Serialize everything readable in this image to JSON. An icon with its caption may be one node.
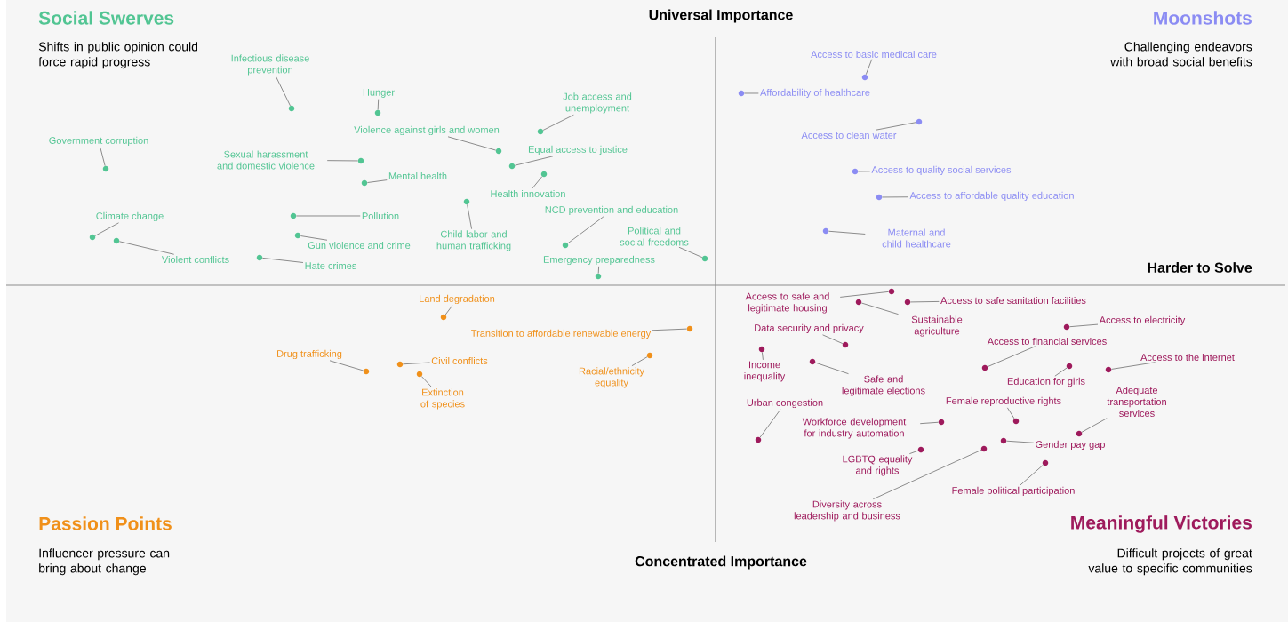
{
  "diagram": {
    "nodes": [
      {
        "text": [
          "Infectious disease prevention"
        ]
      },
      {
        "text": [],
        "shape": "circle"
      },
      {
        "text": [
          "Hunger"
        ]
      },
      {
        "text": [],
        "shape": "circle"
      },
      {
        "text": [
          "Violence against girls and women"
        ]
      },
      {
        "text": [],
        "shape": "circle"
      },
      {
        "text": [
          "Job access and unemployment"
        ]
      },
      {
        "text": [],
        "shape": "circle"
      },
      {
        "text": [
          "Government corruption"
        ]
      },
      {
        "text": [],
        "shape": "circle"
      },
      {
        "text": [
          "Sexual harassment and domestic violence"
        ]
      },
      {
        "text": [],
        "shape": "circle"
      },
      {
        "text": [
          "Equal access to justice"
        ]
      },
      {
        "text": [],
        "shape": "circle"
      },
      {
        "text": [
          "Mental health"
        ]
      },
      {
        "text": [],
        "shape": "circle"
      },
      {
        "text": [
          "Health innovation"
        ]
      },
      {
        "text": [],
        "shape": "circle"
      },
      {
        "text": [
          "Climate change"
        ]
      },
      {
        "text": [],
        "shape": "circle"
      },
      {
        "text": [
          "Pollution"
        ]
      },
      {
        "text": [],
        "shape": "circle"
      },
      {
        "text": [
          "Child labor and human trafficking"
        ]
      },
      {
        "text": [],
        "shape": "circle"
      },
      {
        "text": [
          "NCD prevention and education"
        ]
      },
      {
        "text": [],
        "shape": "circle"
      },
      {
        "text": [
          "Gun violence and crime"
        ]
      },
      {
        "text": [],
        "shape": "circle"
      },
      {
        "text": [
          "Violent conflicts"
        ]
      },
      {
        "text": [],
        "shape": "circle"
      },
      {
        "text": [
          "Political and social freedoms"
        ]
      },
      {
        "text": [],
        "shape": "circle"
      },
      {
        "text": [
          "Hate crimes"
        ]
      },
      {
        "text": [],
        "shape": "circle"
      },
      {
        "text": [
          "Emergency preparedness"
        ]
      },
      {
        "text": [],
        "shape": "circle"
      },
      {
        "text": [
          "Access to basic medical care"
        ]
      },
      {
        "text": [],
        "shape": "circle"
      },
      {
        "text": [
          "Affordability of healthcare"
        ]
      },
      {
        "text": [],
        "shape": "circle"
      },
      {
        "text": [
          "Access to clean water"
        ]
      },
      {
        "text": [],
        "shape": "circle"
      },
      {
        "text": [
          "Access to quality social services"
        ]
      },
      {
        "text": [],
        "shape": "circle"
      },
      {
        "text": [
          "Access to affordable quality education"
        ]
      },
      {
        "text": [],
        "shape": "circle"
      },
      {
        "text": [
          "Maternal and child healthcare"
        ]
      },
      {
        "text": [],
        "shape": "circle"
      },
      {
        "text": [
          "Land degradation"
        ]
      },
      {
        "text": [],
        "shape": "circle"
      },
      {
        "text": [
          "Transition to affordable renewable energy"
        ]
      },
      {
        "text": [],
        "shape": "circle"
      },
      {
        "text": [
          "Drug trafficking"
        ]
      },
      {
        "text": [],
        "shape": "circle"
      },
      {
        "text": [
          "Civil conflicts"
        ]
      },
      {
        "text": [],
        "shape": "circle"
      },
      {
        "text": [
          "Extinction of species"
        ]
      },
      {
        "text": [],
        "shape": "circle"
      },
      {
        "text": [
          "Racial/ethnicity equality"
        ]
      },
      {
        "text": [],
        "shape": "circle"
      },
      {
        "text": [
          "Access to safe and legitimate housing"
        ]
      },
      {
        "text": [],
        "shape": "circle"
      },
      {
        "text": [
          "Sustainable agriculture"
        ]
      },
      {
        "text": [],
        "shape": "circle"
      },
      {
        "text": [
          "Access to safe sanitation facilities"
        ]
      },
      {
        "text": [],
        "shape": "circle"
      },
      {
        "text": [
          "Data security and privacy"
        ]
      },
      {
        "text": [],
        "shape": "circle"
      },
      {
        "text": [
          "Access to electricity"
        ]
      },
      {
        "text": [],
        "shape": "circle"
      },
      {
        "text": [
          "Access to financial services"
        ]
      },
      {
        "text": [],
        "shape": "circle"
      },
      {
        "text": [
          "Income inequality"
        ]
      },
      {
        "text": [],
        "shape": "circle"
      },
      {
        "text": [
          "Safe and legitimate elections"
        ]
      },
      {
        "text": [],
        "shape": "circle"
      },
      {
        "text": [
          "Access to the internet"
        ]
      },
      {
        "text": [],
        "shape": "circle"
      },
      {
        "text": [
          "Education for girls"
        ]
      },
      {
        "text": [],
        "shape": "circle"
      },
      {
        "text": [
          "Urban congestion"
        ]
      },
      {
        "text": [],
        "shape": "circle"
      },
      {
        "text": [
          "Female reproductive rights"
        ]
      },
      {
        "text": [],
        "shape": "circle"
      },
      {
        "text": [
          "Adequate transportation services"
        ]
      },
      {
        "text": [],
        "shape": "circle"
      },
      {
        "text": [
          "Workforce development for industry automation"
        ]
      },
      {
        "text": [],
        "shape": "circle"
      },
      {
        "text": [
          "Gender pay gap"
        ]
      },
      {
        "text": [],
        "shape": "circle"
      },
      {
        "text": [
          "LGBTQ equality and rights"
        ]
      },
      {
        "text": [],
        "shape": "circle"
      },
      {
        "text": [
          "Female political participation"
        ]
      },
      {
        "text": [],
        "shape": "circle"
      },
      {
        "text": [
          "Diversity across leadership and business"
        ]
      },
      {
        "text": [],
        "shape": "circle"
      }
    ],
    "edges": [
      {
        "from": 0,
        "to": 1,
        "arrow": "none"
      },
      {
        "from": 2,
        "to": 3,
        "arrow": "none"
      },
      {
        "from": 4,
        "to": 5,
        "arrow": "none"
      },
      {
        "from": 6,
        "to": 7,
        "arrow": "none"
      },
      {
        "from": 8,
        "to": 9,
        "arrow": "none"
      },
      {
        "from": 10,
        "to": 11,
        "arrow": "none"
      },
      {
        "from": 12,
        "to": 13,
        "arrow": "none"
      },
      {
        "from": 14,
        "to": 15,
        "arrow": "none"
      },
      {
        "from": 16,
        "to": 17,
        "arrow": "none"
      },
      {
        "from": 18,
        "to": 19,
        "arrow": "none"
      },
      {
        "from": 20,
        "to": 21,
        "arrow": "none"
      },
      {
        "from": 22,
        "to": 23,
        "arrow": "none"
      },
      {
        "from": 24,
        "to": 25,
        "arrow": "none"
      },
      {
        "from": 26,
        "to": 27,
        "arrow": "none"
      },
      {
        "from": 28,
        "to": 29,
        "arrow": "none"
      },
      {
        "from": 30,
        "to": 31,
        "arrow": "none"
      },
      {
        "from": 32,
        "to": 33,
        "arrow": "none"
      },
      {
        "from": 34,
        "to": 35,
        "arrow": "none"
      },
      {
        "from": 36,
        "to": 37,
        "arrow": "none"
      },
      {
        "from": 38,
        "to": 39,
        "arrow": "none"
      },
      {
        "from": 40,
        "to": 41,
        "arrow": "none"
      },
      {
        "from": 42,
        "to": 43,
        "arrow": "none"
      },
      {
        "from": 44,
        "to": 45,
        "arrow": "none"
      },
      {
        "from": 46,
        "to": 47,
        "arrow": "none"
      },
      {
        "from": 48,
        "to": 49,
        "arrow": "none"
      },
      {
        "from": 50,
        "to": 51,
        "arrow": "none"
      },
      {
        "from": 52,
        "to": 53,
        "arrow": "none"
      },
      {
        "from": 54,
        "to": 55,
        "arrow": "none"
      },
      {
        "from": 56,
        "to": 57,
        "arrow": "none"
      },
      {
        "from": 58,
        "to": 59,
        "arrow": "none"
      },
      {
        "from": 60,
        "to": 61,
        "arrow": "none"
      },
      {
        "from": 62,
        "to": 63,
        "arrow": "none"
      },
      {
        "from": 64,
        "to": 65,
        "arrow": "none"
      },
      {
        "from": 66,
        "to": 67,
        "arrow": "none"
      },
      {
        "from": 68,
        "to": 69,
        "arrow": "none"
      },
      {
        "from": 70,
        "to": 71,
        "arrow": "none"
      },
      {
        "from": 72,
        "to": 73,
        "arrow": "none"
      },
      {
        "from": 74,
        "to": 75,
        "arrow": "none"
      },
      {
        "from": 76,
        "to": 77,
        "arrow": "none"
      },
      {
        "from": 78,
        "to": 79,
        "arrow": "none"
      },
      {
        "from": 80,
        "to": 81,
        "arrow": "none"
      },
      {
        "from": 82,
        "to": 83,
        "arrow": "none"
      },
      {
        "from": 84,
        "to": 85,
        "arrow": "none"
      },
      {
        "from": 86,
        "to": 87,
        "arrow": "none"
      },
      {
        "from": 88,
        "to": 89,
        "arrow": "none"
      },
      {
        "from": 90,
        "to": 91,
        "arrow": "none"
      },
      {
        "from": 92,
        "to": 93,
        "arrow": "none"
      },
      {
        "from": 94,
        "to": 95,
        "arrow": "none"
      }
    ],
    "labels": [
      "Social Swerves",
      "Shifts in public opinion could force rapid progress",
      "Universal Importance",
      "Moonshots",
      "Challenging endeavors with broad social benefits",
      "Harder to Solve",
      "Passion Points",
      "Influencer pressure can bring about change",
      "Concentrated Importance",
      "Meaningful Victories",
      "Difficult projects of great value to specific communities"
    ]
  }
}
